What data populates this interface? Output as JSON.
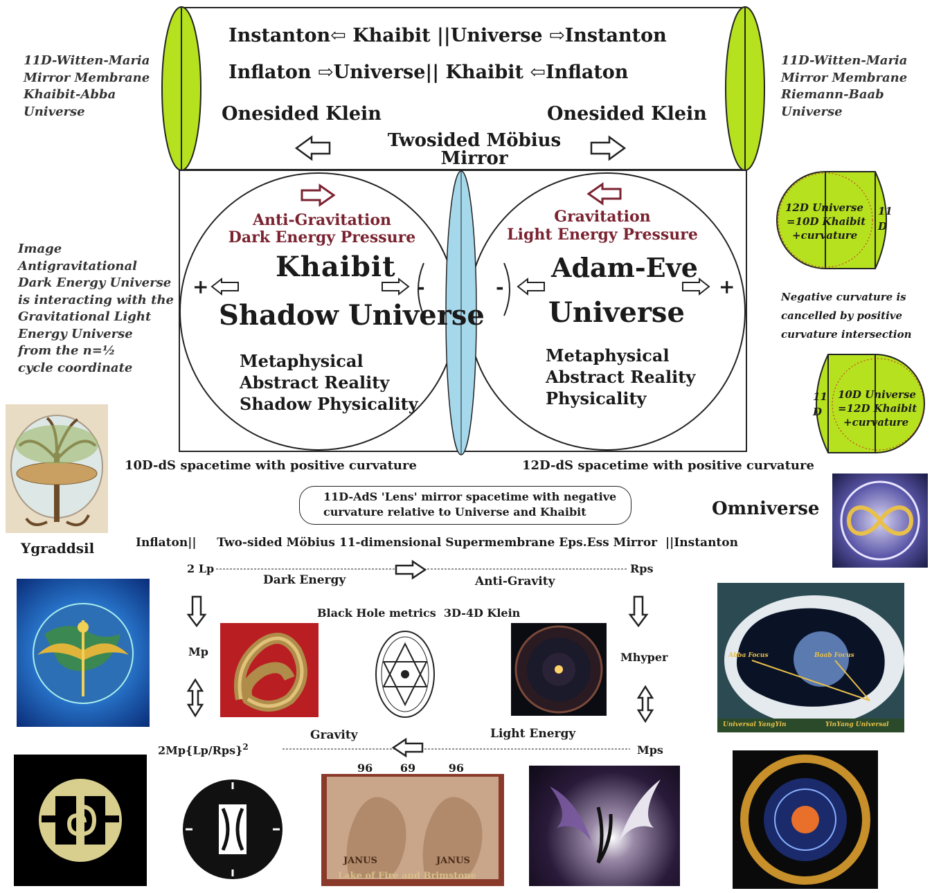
{
  "top_box": {
    "line1": "Instanton⇦ Khaibit  ||Universe ⇨Instanton",
    "line2": "Inflaton  ⇨Universe|| Khaibit ⇦Inflaton",
    "onesided_left": "Onesided Klein",
    "onesided_right": "Onesided Klein",
    "twosided_line1": "Twosided Möbius",
    "twosided_line2": "Mirror"
  },
  "left_caption": {
    "lines": [
      "11D-Witten-Maria",
      "Mirror Membrane",
      "Khaibit-Abba",
      "Universe"
    ]
  },
  "right_caption": {
    "lines": [
      "11D-Witten-Maria",
      "Mirror Membrane",
      "Riemann-Baab",
      "Universe"
    ]
  },
  "left_universe": {
    "force_line1": "Anti-Gravitation",
    "force_line2": "Dark Energy Pressure",
    "name1": "Khaibit",
    "name2": "Shadow Universe",
    "plus_sign": "+",
    "minus_sign": "-",
    "reality_lines": [
      "Metaphysical",
      "Abstract Reality",
      "Shadow Physicality"
    ],
    "spacetime": "10D-dS spacetime with positive curvature"
  },
  "right_universe": {
    "force_line1": "Gravitation",
    "force_line2": "Light Energy Pressure",
    "name1": "Adam-Eve",
    "name2": "Universe",
    "plus_sign": "+",
    "minus_sign": "-",
    "reality_lines": [
      "Metaphysical",
      "Abstract Reality",
      "Physicality"
    ],
    "spacetime": "12D-dS spacetime with positive curvature"
  },
  "side_note_left": {
    "lines": [
      "Image",
      "Antigravitational",
      "Dark Energy Universe",
      "is interacting with the",
      "Gravitational Light",
      "Energy Universe",
      "from the n=½",
      "cycle coordinate"
    ]
  },
  "curvature_top": {
    "lines": [
      "12D Universe",
      "=10D Khaibit",
      "+curvature"
    ],
    "dim_lines": [
      "11",
      "D"
    ]
  },
  "curvature_note": {
    "lines": [
      "Negative curvature is",
      "cancelled by positive",
      "curvature intersection"
    ]
  },
  "curvature_bottom": {
    "lines": [
      "10D Universe",
      "=12D Khaibit",
      "+curvature"
    ],
    "dim_lines": [
      "11",
      "D"
    ]
  },
  "lens_box": {
    "line1": "11D-AdS 'Lens' mirror spacetime with negative",
    "line2": "curvature relative to  Universe and Khaibit"
  },
  "omniverse": "Omniverse",
  "ygraddsil": "Ygraddsil",
  "membrane_line": "Inflaton||     Two-sided Möbius 11-dimensional Supermembrane Eps.Ess Mirror  ||Instanton",
  "flow": {
    "lp": "2 Lp",
    "rps": "Rps",
    "dark_energy": "Dark Energy",
    "anti_gravity": "Anti-Gravity",
    "black_hole": "Black Hole metrics  3D-4D Klein",
    "mp": "Mp",
    "mhyper": "Mhyper",
    "formula": "2Mp{Lp/Rps}",
    "formula_exp": "2",
    "gravity": "Gravity",
    "light_energy": "Light Energy",
    "mps": "Mps"
  },
  "janus": {
    "numbers": [
      "96",
      "69",
      "96"
    ],
    "label_left": "JANUS",
    "label_right": "JANUS",
    "caption": "Lake of Fire and Brimstone"
  },
  "egg": {
    "label_left": "Abba Focus",
    "label_right": "Baab Focus",
    "bottom_left": "Universal YangYin",
    "bottom_right": "YinYang Universal"
  },
  "colors": {
    "membrane_green": "#b6e11e",
    "lens_blue": "#a6d8ec",
    "force_red": "#7a2230"
  }
}
